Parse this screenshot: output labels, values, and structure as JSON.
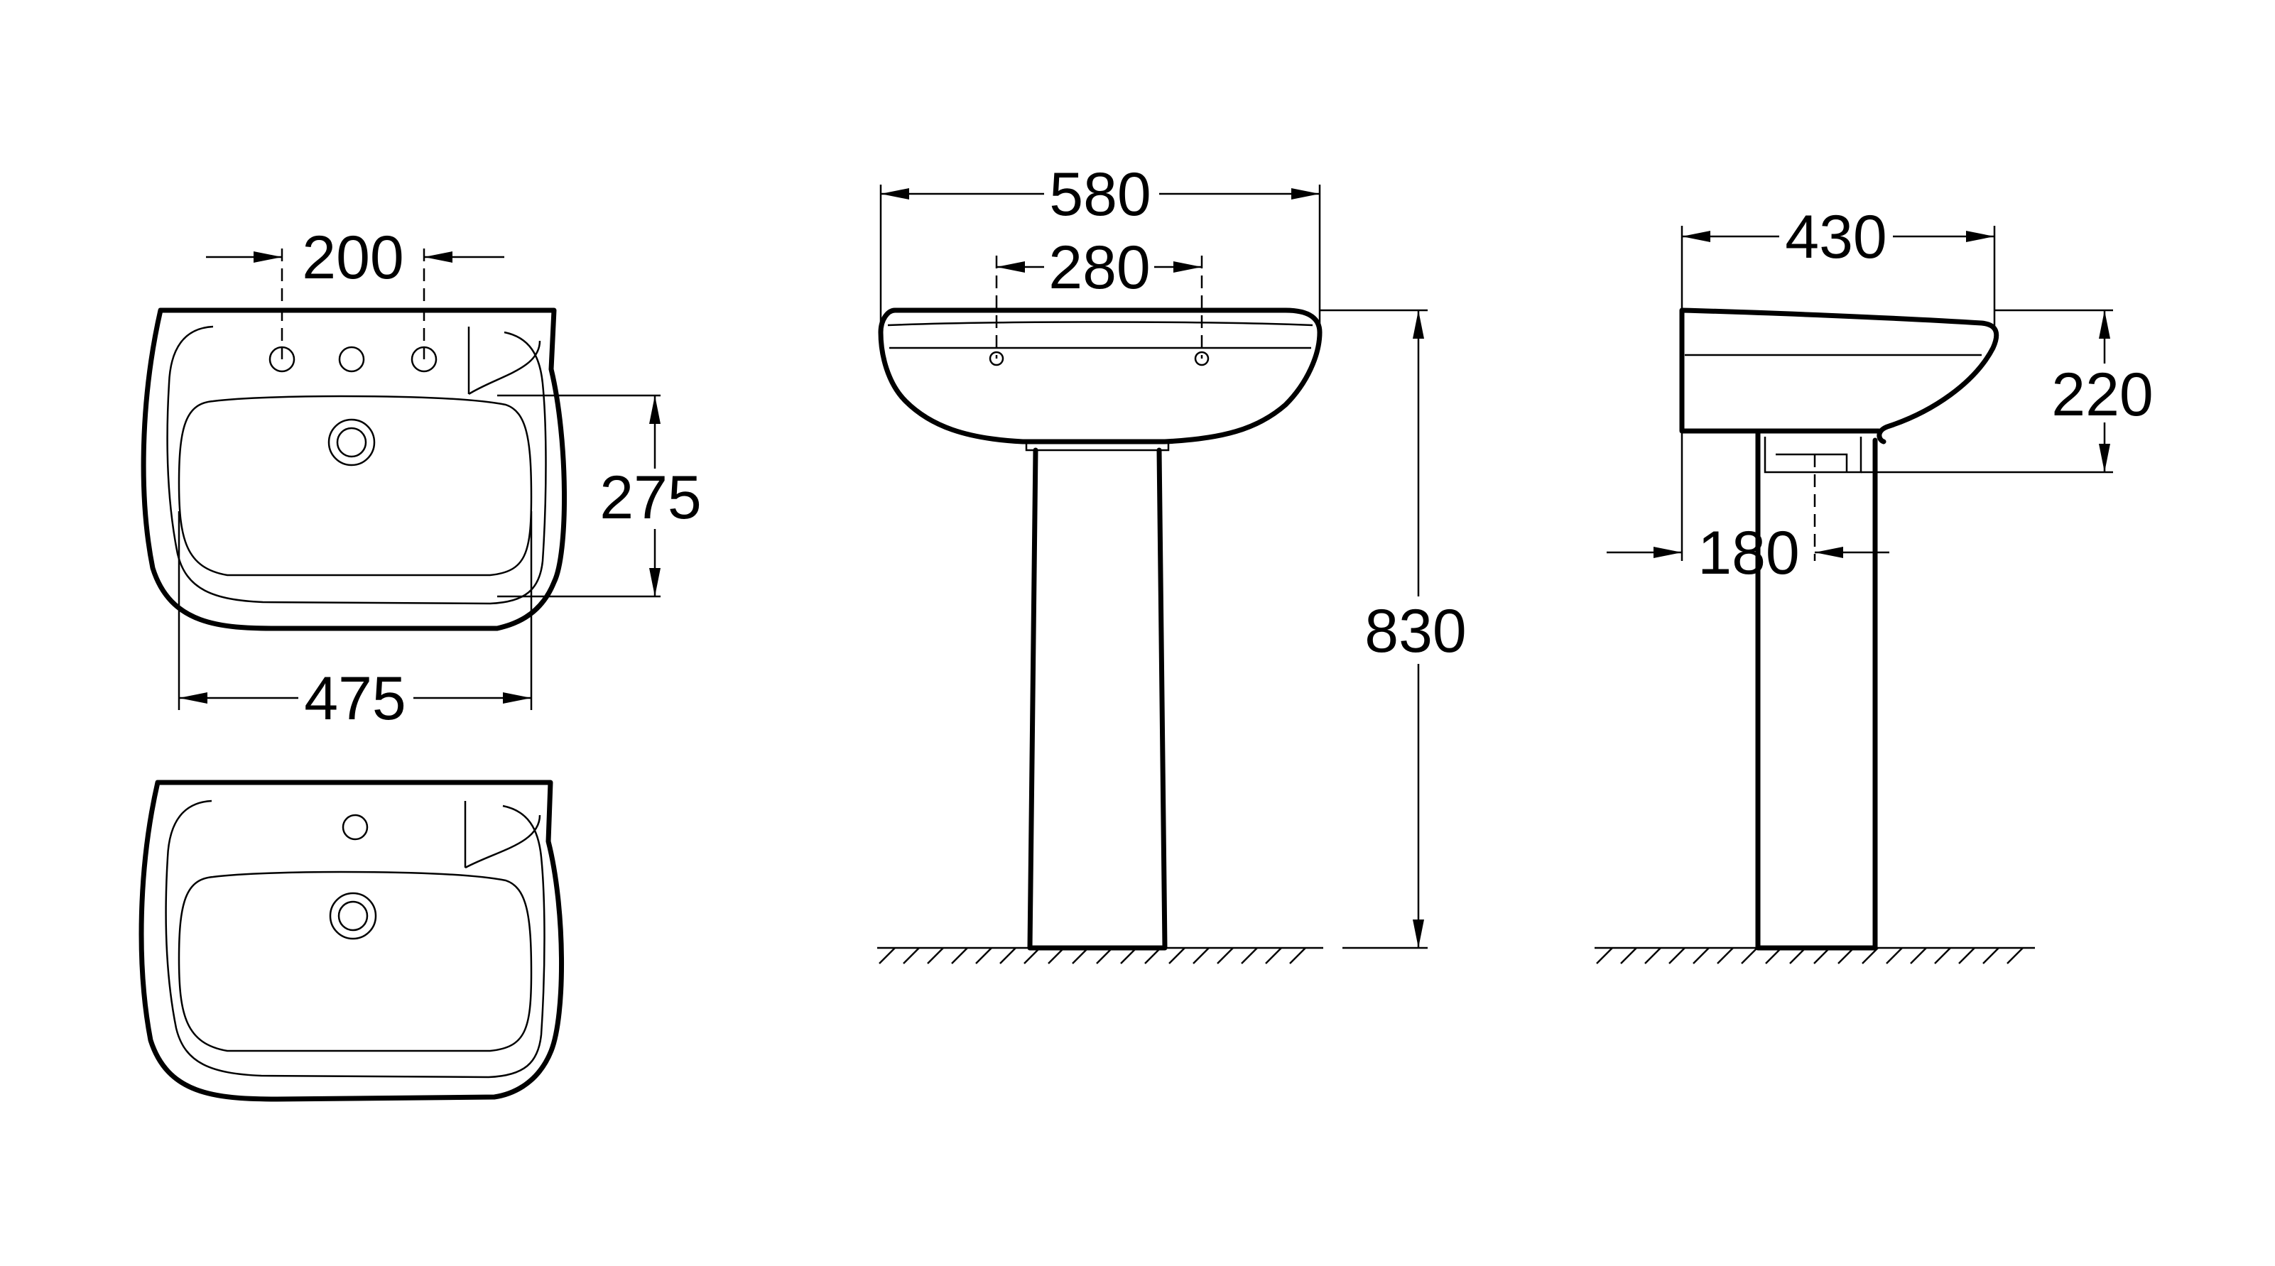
{
  "dimensions": {
    "top_tap_spacing": "200",
    "top_bowl_depth": "275",
    "top_bowl_width": "475",
    "front_total_width": "580",
    "front_mount_spacing": "280",
    "front_total_height": "830",
    "side_depth": "430",
    "side_basin_height": "220",
    "side_pedestal_offset": "180"
  }
}
